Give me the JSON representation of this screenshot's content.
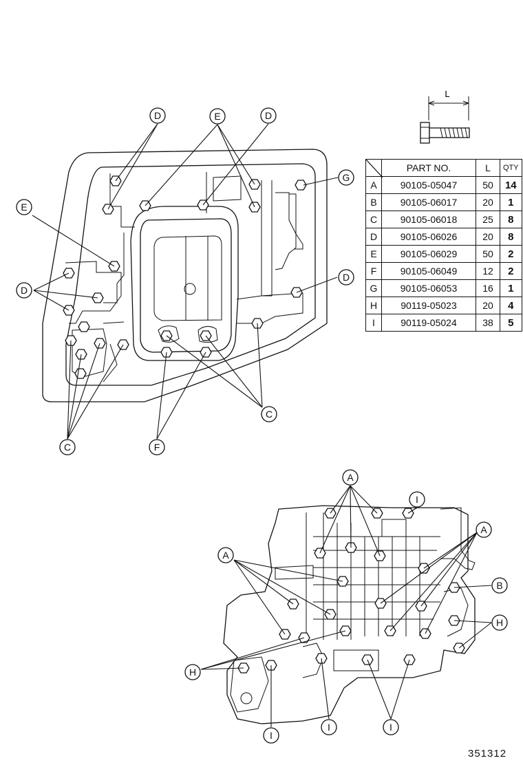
{
  "dimension_label": "L",
  "drawing_number": "351312",
  "table": {
    "headers": {
      "part_no": "PART NO.",
      "length": "L",
      "qty": "QTY"
    },
    "rows": [
      {
        "key": "A",
        "part_no": "90105-05047",
        "length": "50",
        "qty": "14"
      },
      {
        "key": "B",
        "part_no": "90105-06017",
        "length": "20",
        "qty": "1"
      },
      {
        "key": "C",
        "part_no": "90105-06018",
        "length": "25",
        "qty": "8"
      },
      {
        "key": "D",
        "part_no": "90105-06026",
        "length": "20",
        "qty": "8"
      },
      {
        "key": "E",
        "part_no": "90105-06029",
        "length": "50",
        "qty": "2"
      },
      {
        "key": "F",
        "part_no": "90105-06049",
        "length": "12",
        "qty": "2"
      },
      {
        "key": "G",
        "part_no": "90105-06053",
        "length": "16",
        "qty": "1"
      },
      {
        "key": "H",
        "part_no": "90119-05023",
        "length": "20",
        "qty": "4"
      },
      {
        "key": "I",
        "part_no": "90119-05024",
        "length": "38",
        "qty": "5"
      }
    ]
  },
  "callouts": {
    "top_view": [
      "D",
      "E",
      "D",
      "G",
      "E",
      "D",
      "D",
      "C",
      "F",
      "C"
    ],
    "bottom_view": [
      "A",
      "I",
      "A",
      "A",
      "B",
      "H",
      "H",
      "I",
      "I",
      "I"
    ]
  },
  "icons": [
    "bolt-icon"
  ]
}
